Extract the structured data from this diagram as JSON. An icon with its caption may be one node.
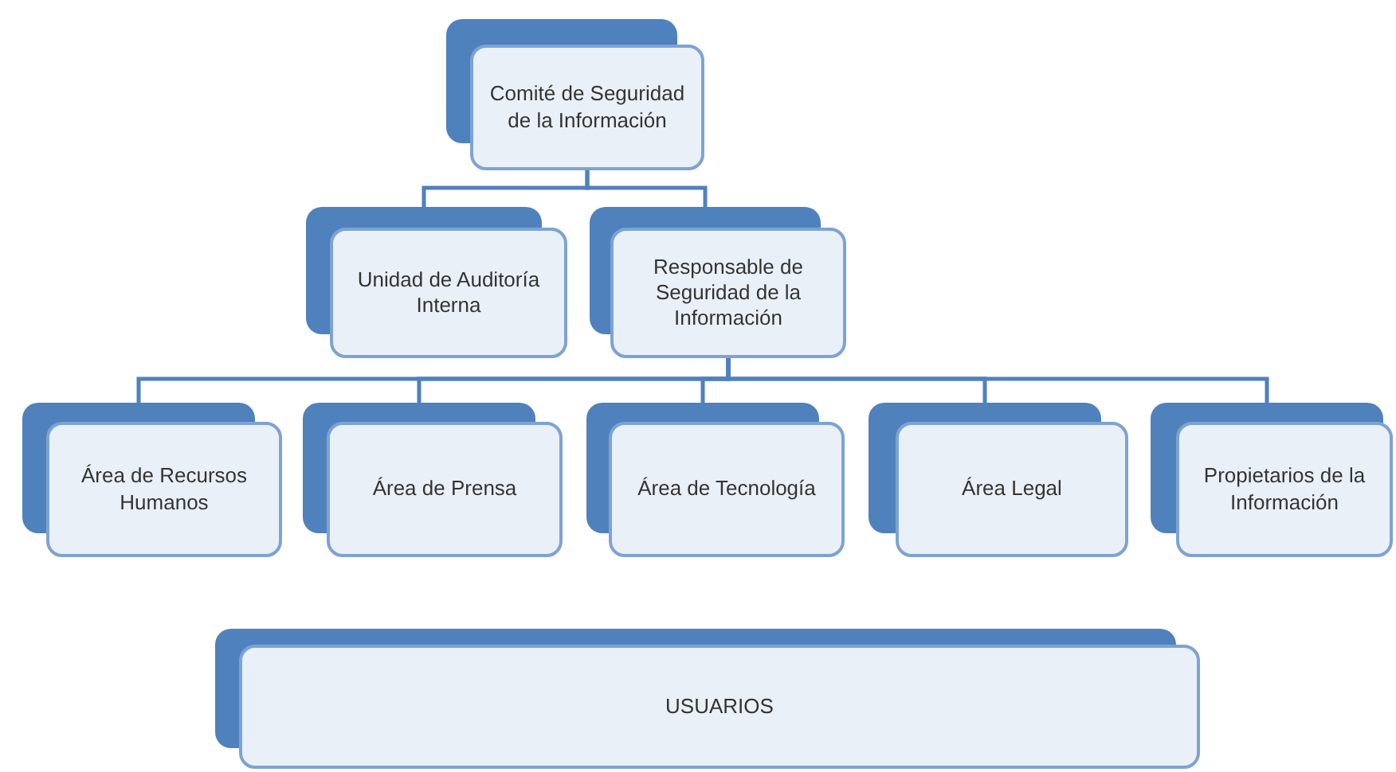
{
  "diagram": {
    "nodes": [
      {
        "text": [
          "Comité de Seguridad de la Información"
        ]
      },
      {
        "text": [
          "Unidad de Auditoría Interna"
        ]
      },
      {
        "text": [
          "Responsable de Seguridad de la Información"
        ]
      },
      {
        "text": [
          "Área de Recursos Humanos"
        ]
      },
      {
        "text": [
          "Área de Prensa"
        ]
      },
      {
        "text": [
          "Área de Tecnología"
        ]
      },
      {
        "text": [
          "Área Legal"
        ]
      },
      {
        "text": [
          "Propietarios de la Información"
        ]
      },
      {
        "text": [
          "USUARIOS"
        ]
      }
    ],
    "edges": [
      {
        "from": 0,
        "to": 1,
        "arrow": "none"
      },
      {
        "from": 0,
        "to": 2,
        "arrow": "none"
      },
      {
        "from": 2,
        "to": 3,
        "arrow": "none"
      },
      {
        "from": 2,
        "to": 4,
        "arrow": "none"
      },
      {
        "from": 2,
        "to": 5,
        "arrow": "none"
      },
      {
        "from": 2,
        "to": 6,
        "arrow": "none"
      },
      {
        "from": 2,
        "to": 7,
        "arrow": "none"
      }
    ]
  }
}
